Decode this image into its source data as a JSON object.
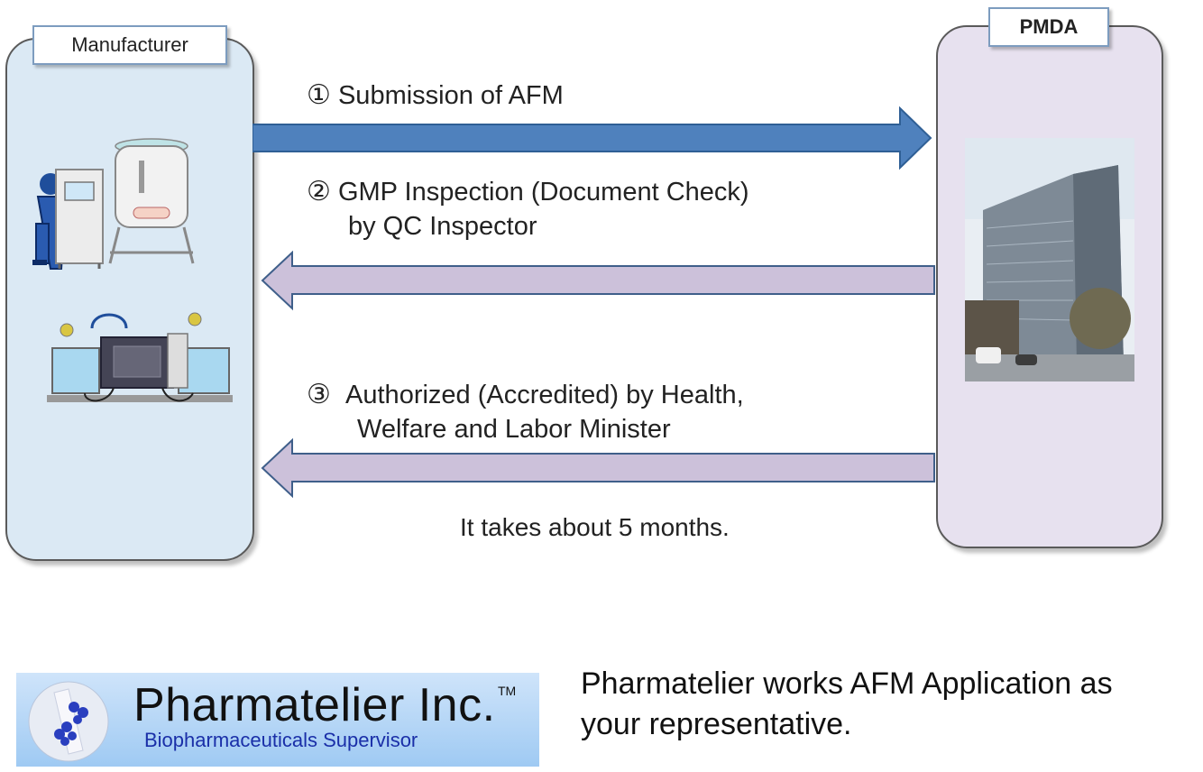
{
  "manufacturer": {
    "label": "Manufacturer"
  },
  "pmda": {
    "label": "PMDA"
  },
  "steps": [
    {
      "number": "①",
      "text": "Submission of AFM"
    },
    {
      "number": "②",
      "line1": "GMP Inspection (Document Check)",
      "line2": "by QC Inspector"
    },
    {
      "number": "③",
      "line1": "Authorized (Accredited) by Health,",
      "line2": "Welfare and Labor Minister"
    }
  ],
  "note": "It takes about 5 months.",
  "logo": {
    "name": "Pharmatelier Inc.",
    "tm": "TM",
    "subtitle": "Biopharmaceuticals Supervisor"
  },
  "representative_text": {
    "line1": "Pharmatelier works AFM Application as",
    "line2": "your representative."
  },
  "colors": {
    "arrow_forward": "#4f81bd",
    "arrow_back": "#ccc1da",
    "manufacturer_panel": "#dbe9f4",
    "pmda_panel": "#e7e1ef"
  }
}
